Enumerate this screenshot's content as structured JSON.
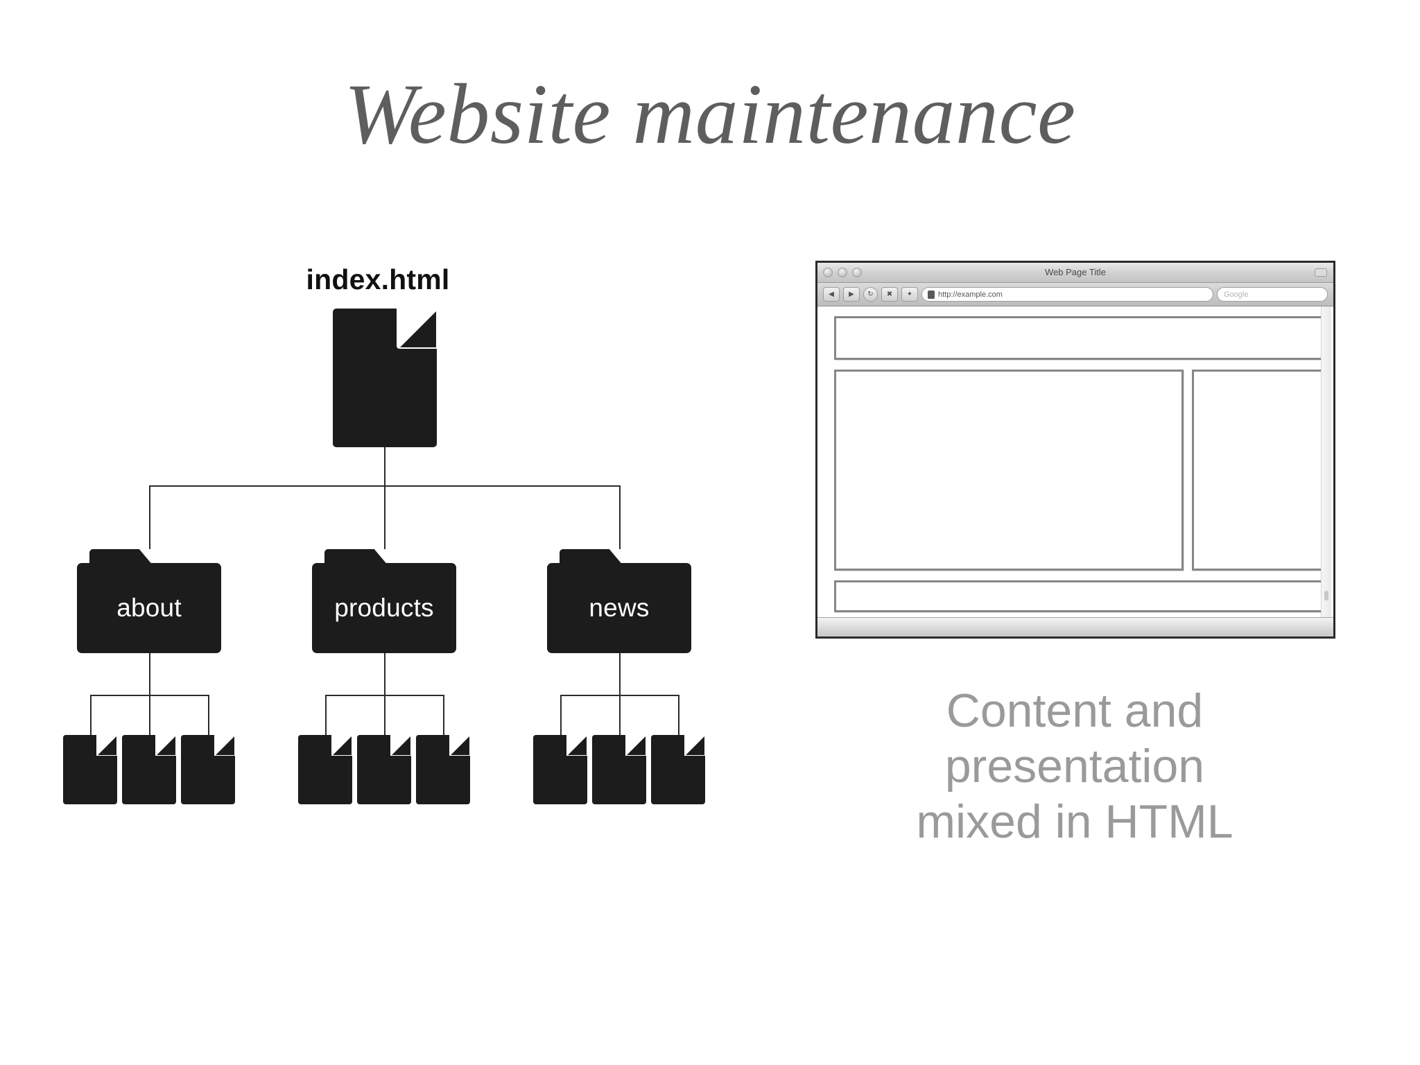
{
  "slide": {
    "title": "Website maintenance",
    "title_color": "#5d5f5e",
    "background": "#ffffff"
  },
  "diagram": {
    "root": {
      "label": "index.html",
      "icon": "file-icon"
    },
    "folders": [
      {
        "label": "about",
        "icon": "folder-icon",
        "files": 3
      },
      {
        "label": "products",
        "icon": "folder-icon",
        "files": 3
      },
      {
        "label": "news",
        "icon": "folder-icon",
        "files": 3
      }
    ],
    "node_color": "#1c1c1c",
    "connector_color": "#2b2b2b",
    "folder_label_color": "#ffffff"
  },
  "browser": {
    "window_title": "Web Page Title",
    "url": "http://example.com",
    "search_placeholder": "Google",
    "traffic_lights": [
      "close-button",
      "minimize-button",
      "zoom-button"
    ],
    "toolbar_buttons": [
      "back-button",
      "forward-button",
      "reload-button",
      "stop-button",
      "home-button"
    ],
    "toolbar_glyphs": {
      "back": "◀",
      "forward": "▶",
      "reload": "↻",
      "stop": "✖",
      "home": "✦"
    },
    "wireframe": {
      "header": "header-block",
      "main": "main-content-block",
      "sidebar": "sidebar-block",
      "footer": "footer-block"
    }
  },
  "caption": {
    "line1": "Content and",
    "line2": "presentation",
    "line3": "mixed in HTML",
    "color": "#9a9a9a"
  }
}
